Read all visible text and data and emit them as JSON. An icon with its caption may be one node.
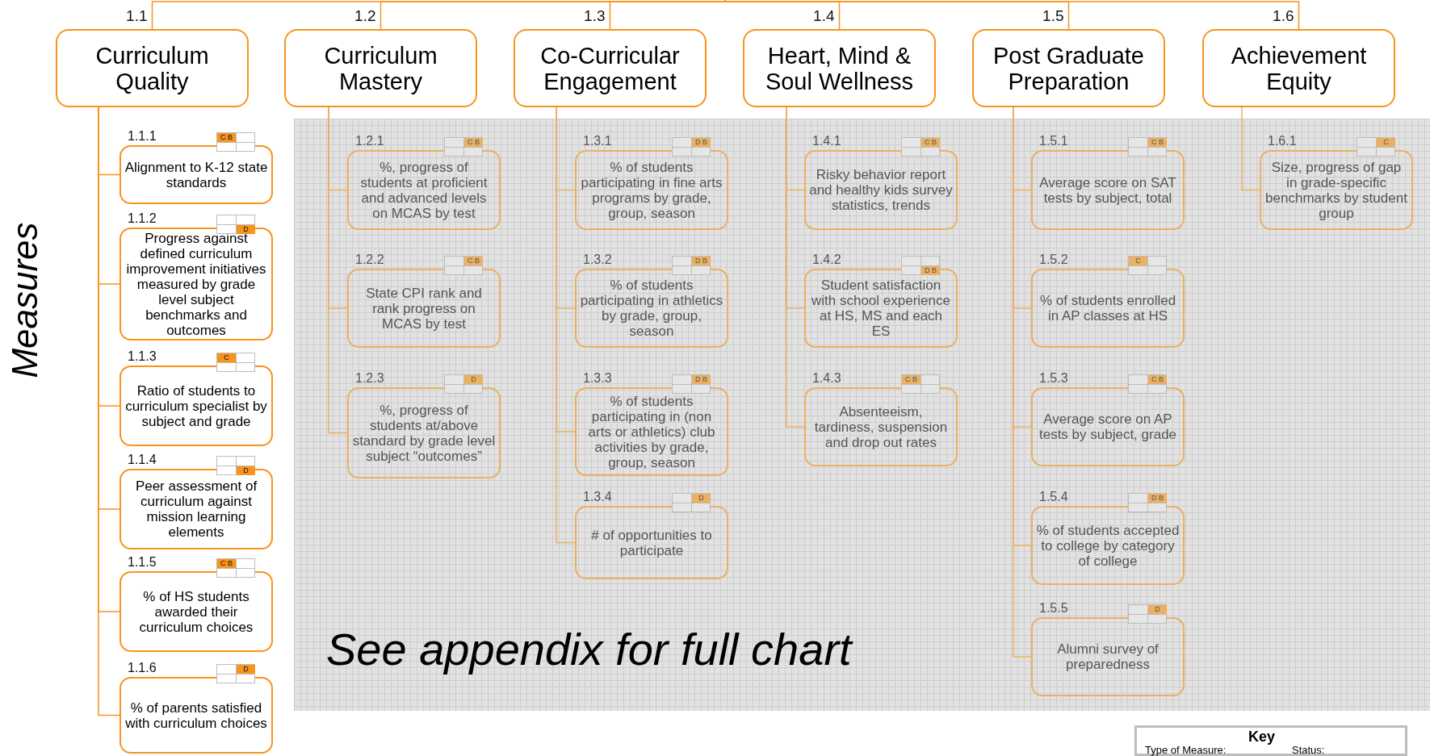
{
  "diagram": {
    "nodes": [
      {
        "text": [
          "Curriculum Quality"
        ],
        "beside": [
          "1.1"
        ]
      },
      {
        "text": [
          "Curriculum Mastery"
        ],
        "beside": [
          "1.2"
        ]
      },
      {
        "text": [
          "Co-Curricular Engagement"
        ],
        "beside": [
          "1.3"
        ]
      },
      {
        "text": [
          "Heart, Mind & Soul Wellness"
        ],
        "beside": [
          "1.4"
        ]
      },
      {
        "text": [
          "Post Graduate Preparation"
        ],
        "beside": [
          "1.5"
        ]
      },
      {
        "text": [
          "Achievement Equity"
        ],
        "beside": [
          "1.6"
        ]
      },
      {
        "text": [
          "C B",
          "Alignment to K-12 state standards"
        ],
        "beside": [
          "1.1.1"
        ]
      },
      {
        "text": [
          "D",
          "Progress against defined curriculum improvement initiatives measured by grade level subject benchmarks and outcomes"
        ],
        "beside": [
          "1.1.2"
        ]
      },
      {
        "text": [
          "C",
          "Ratio of students to curriculum specialist by subject and grade"
        ],
        "beside": [
          "1.1.3"
        ]
      },
      {
        "text": [
          "D",
          "Peer assessment of curriculum against mission learning elements"
        ],
        "beside": [
          "1.1.4"
        ]
      },
      {
        "text": [
          "C B",
          "% of HS students awarded their curriculum choices"
        ],
        "beside": [
          "1.1.5"
        ]
      },
      {
        "text": [
          "D",
          "% of parents satisfied with curriculum choices"
        ],
        "beside": [
          "1.1.6"
        ]
      },
      {
        "text": [
          "C B",
          "%, progress of students at proficient and advanced levels on MCAS by test"
        ],
        "beside": [
          "1.2.1"
        ]
      },
      {
        "text": [
          "C B",
          "State CPI rank and rank progress on MCAS by test"
        ],
        "beside": [
          "1.2.2"
        ]
      },
      {
        "text": [
          "D",
          "%, progress of students at/above standard by grade level subject “outcomes”"
        ],
        "beside": [
          "1.2.3"
        ]
      },
      {
        "text": [
          "D B",
          "% of students participating in fine arts programs by grade, group, season"
        ],
        "beside": [
          "1.3.1"
        ]
      },
      {
        "text": [
          "D B",
          "% of students participating in athletics by grade, group, season"
        ],
        "beside": [
          "1.3.2"
        ]
      },
      {
        "text": [
          "D B",
          "% of students participating in (non arts or athletics) club activities by grade, group, season"
        ],
        "beside": [
          "1.3.3"
        ]
      },
      {
        "text": [
          "D",
          "# of opportunities to participate"
        ],
        "beside": [
          "1.3.4"
        ]
      },
      {
        "text": [
          "C B",
          "Risky behavior report and healthy kids survey statistics, trends"
        ],
        "beside": [
          "1.4.1"
        ]
      },
      {
        "text": [
          "D B",
          "Student satisfaction with school experience at HS, MS and each ES"
        ],
        "beside": [
          "1.4.2"
        ]
      },
      {
        "text": [
          "C B",
          "Absenteeism, tardiness, suspension and drop out rates"
        ],
        "beside": [
          "1.4.3"
        ]
      },
      {
        "text": [
          "C B",
          "Average score on SAT tests by subject, total"
        ],
        "beside": [
          "1.5.1"
        ]
      },
      {
        "text": [
          "C",
          "% of students enrolled in AP classes at HS"
        ],
        "beside": [
          "1.5.2"
        ]
      },
      {
        "text": [
          "C B",
          "Average score on AP tests by subject, grade"
        ],
        "beside": [
          "1.5.3"
        ]
      },
      {
        "text": [
          "D B",
          "% of students accepted to college by category of college"
        ],
        "beside": [
          "1.5.4"
        ]
      },
      {
        "text": [
          "D",
          "Alumni survey of preparedness"
        ],
        "beside": [
          "1.5.5"
        ]
      },
      {
        "text": [
          "C",
          "Size, progress of gap in grade-specific benchmarks by student group"
        ],
        "beside": [
          "1.6.1"
        ]
      }
    ],
    "edges": [
      {
        "from": null,
        "to": 0,
        "arrow": "none"
      },
      {
        "from": null,
        "to": 1,
        "arrow": "none"
      },
      {
        "from": null,
        "to": 2,
        "arrow": "none"
      },
      {
        "from": null,
        "to": 3,
        "arrow": "none"
      },
      {
        "from": null,
        "to": 4,
        "arrow": "none"
      },
      {
        "from": null,
        "to": 5,
        "arrow": "none"
      },
      {
        "from": 0,
        "to": 6,
        "arrow": "none"
      },
      {
        "from": 0,
        "to": 7,
        "arrow": "none"
      },
      {
        "from": 0,
        "to": 8,
        "arrow": "none"
      },
      {
        "from": 0,
        "to": 9,
        "arrow": "none"
      },
      {
        "from": 0,
        "to": 10,
        "arrow": "none"
      },
      {
        "from": 0,
        "to": 11,
        "arrow": "none"
      },
      {
        "from": 1,
        "to": 12,
        "arrow": "none"
      },
      {
        "from": 1,
        "to": 13,
        "arrow": "none"
      },
      {
        "from": 1,
        "to": 14,
        "arrow": "none"
      },
      {
        "from": 2,
        "to": 15,
        "arrow": "none"
      },
      {
        "from": 2,
        "to": 16,
        "arrow": "none"
      },
      {
        "from": 2,
        "to": 17,
        "arrow": "none"
      },
      {
        "from": 2,
        "to": 18,
        "arrow": "none"
      },
      {
        "from": 3,
        "to": 19,
        "arrow": "none"
      },
      {
        "from": 3,
        "to": 20,
        "arrow": "none"
      },
      {
        "from": 3,
        "to": 21,
        "arrow": "none"
      },
      {
        "from": 4,
        "to": 22,
        "arrow": "none"
      },
      {
        "from": 4,
        "to": 23,
        "arrow": "none"
      },
      {
        "from": 4,
        "to": 24,
        "arrow": "none"
      },
      {
        "from": 4,
        "to": 25,
        "arrow": "none"
      },
      {
        "from": 4,
        "to": 26,
        "arrow": "none"
      },
      {
        "from": 5,
        "to": 27,
        "arrow": "none"
      }
    ],
    "labels": [
      "Measures",
      "See appendix for full chart",
      "Key",
      "Type of Measure:",
      "Status:"
    ]
  }
}
